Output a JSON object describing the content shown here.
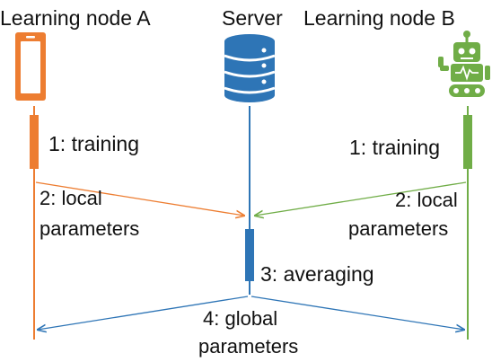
{
  "nodes": {
    "a": {
      "label": "Learning node A",
      "icon": "smartphone-icon",
      "color": "#ED7D31"
    },
    "server": {
      "label": "Server",
      "icon": "database-icon",
      "color": "#2E75B6"
    },
    "b": {
      "label": "Learning node B",
      "icon": "robot-icon",
      "color": "#70AD47"
    }
  },
  "steps": {
    "training_a": "1: training",
    "training_b": "1: training",
    "local_a_line1": "2: local",
    "local_a_line2": "parameters",
    "local_b_line1": "2: local",
    "local_b_line2": "parameters",
    "averaging": "3: averaging",
    "global_line1": "4: global",
    "global_line2": "parameters"
  }
}
